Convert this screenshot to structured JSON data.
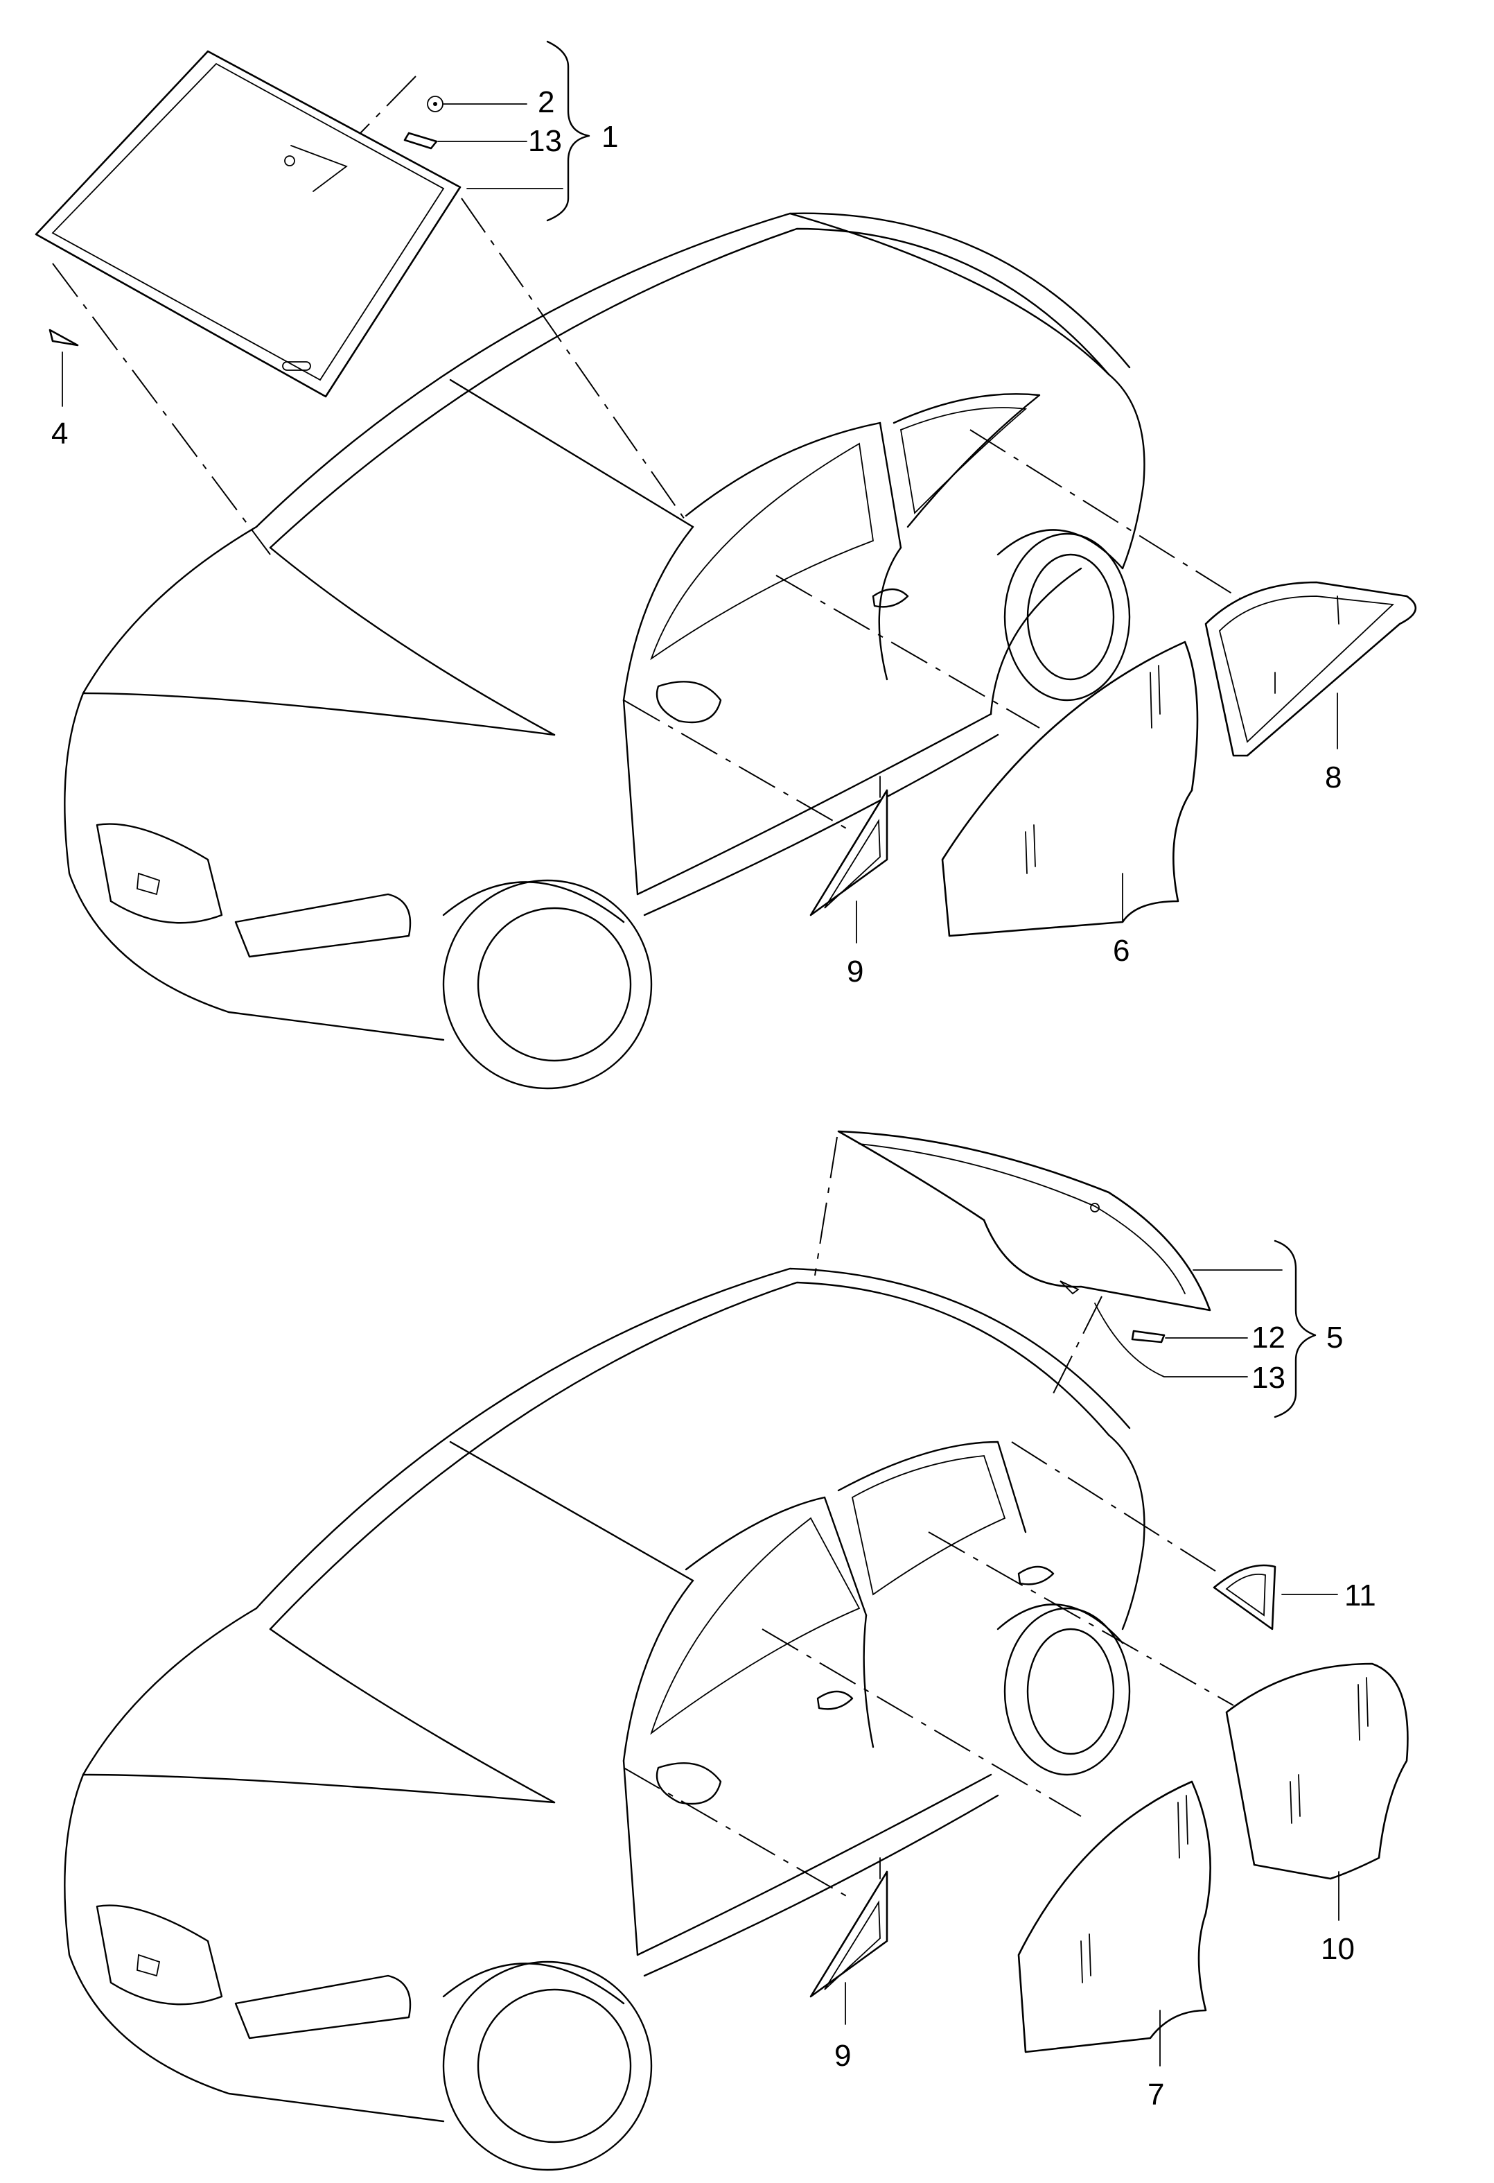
{
  "diagram": {
    "callouts_top": {
      "c1": "1",
      "c2": "2",
      "c13": "13",
      "c4": "4",
      "c6": "6",
      "c8": "8",
      "c9": "9"
    },
    "callouts_bottom": {
      "c5": "5",
      "c12": "12",
      "c13": "13",
      "c11": "11",
      "c10": "10",
      "c7": "7",
      "c9": "9"
    }
  }
}
